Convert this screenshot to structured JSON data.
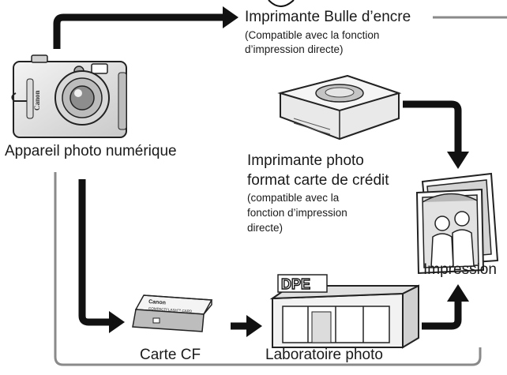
{
  "labels": {
    "camera": "Appareil photo numérique",
    "inkjet_title": "Imprimante Bulle d’encre",
    "inkjet_note_1": "(Compatible avec la fonction",
    "inkjet_note_2": "d’impression directe)",
    "card_printer_line1": "Imprimante photo",
    "card_printer_line2": "format carte de crédit",
    "card_printer_note_1": "(compatible avec la",
    "card_printer_note_2": "fonction d’impression",
    "card_printer_note_3": "directe)",
    "printing": "Impression",
    "cf_card": "Carte CF",
    "photo_lab": "Laboratoire photo"
  },
  "illustration_text": {
    "camera_brand": "Canon",
    "card_brand": "Canon",
    "card_type": "COMPACTFLASH™ CARD",
    "lab_sign": "DPE"
  },
  "colors": {
    "arrow": "#111111",
    "line_gray": "#8a8a8a",
    "device_fill": "#e6e6e6",
    "device_dark": "#bdbdbd"
  }
}
